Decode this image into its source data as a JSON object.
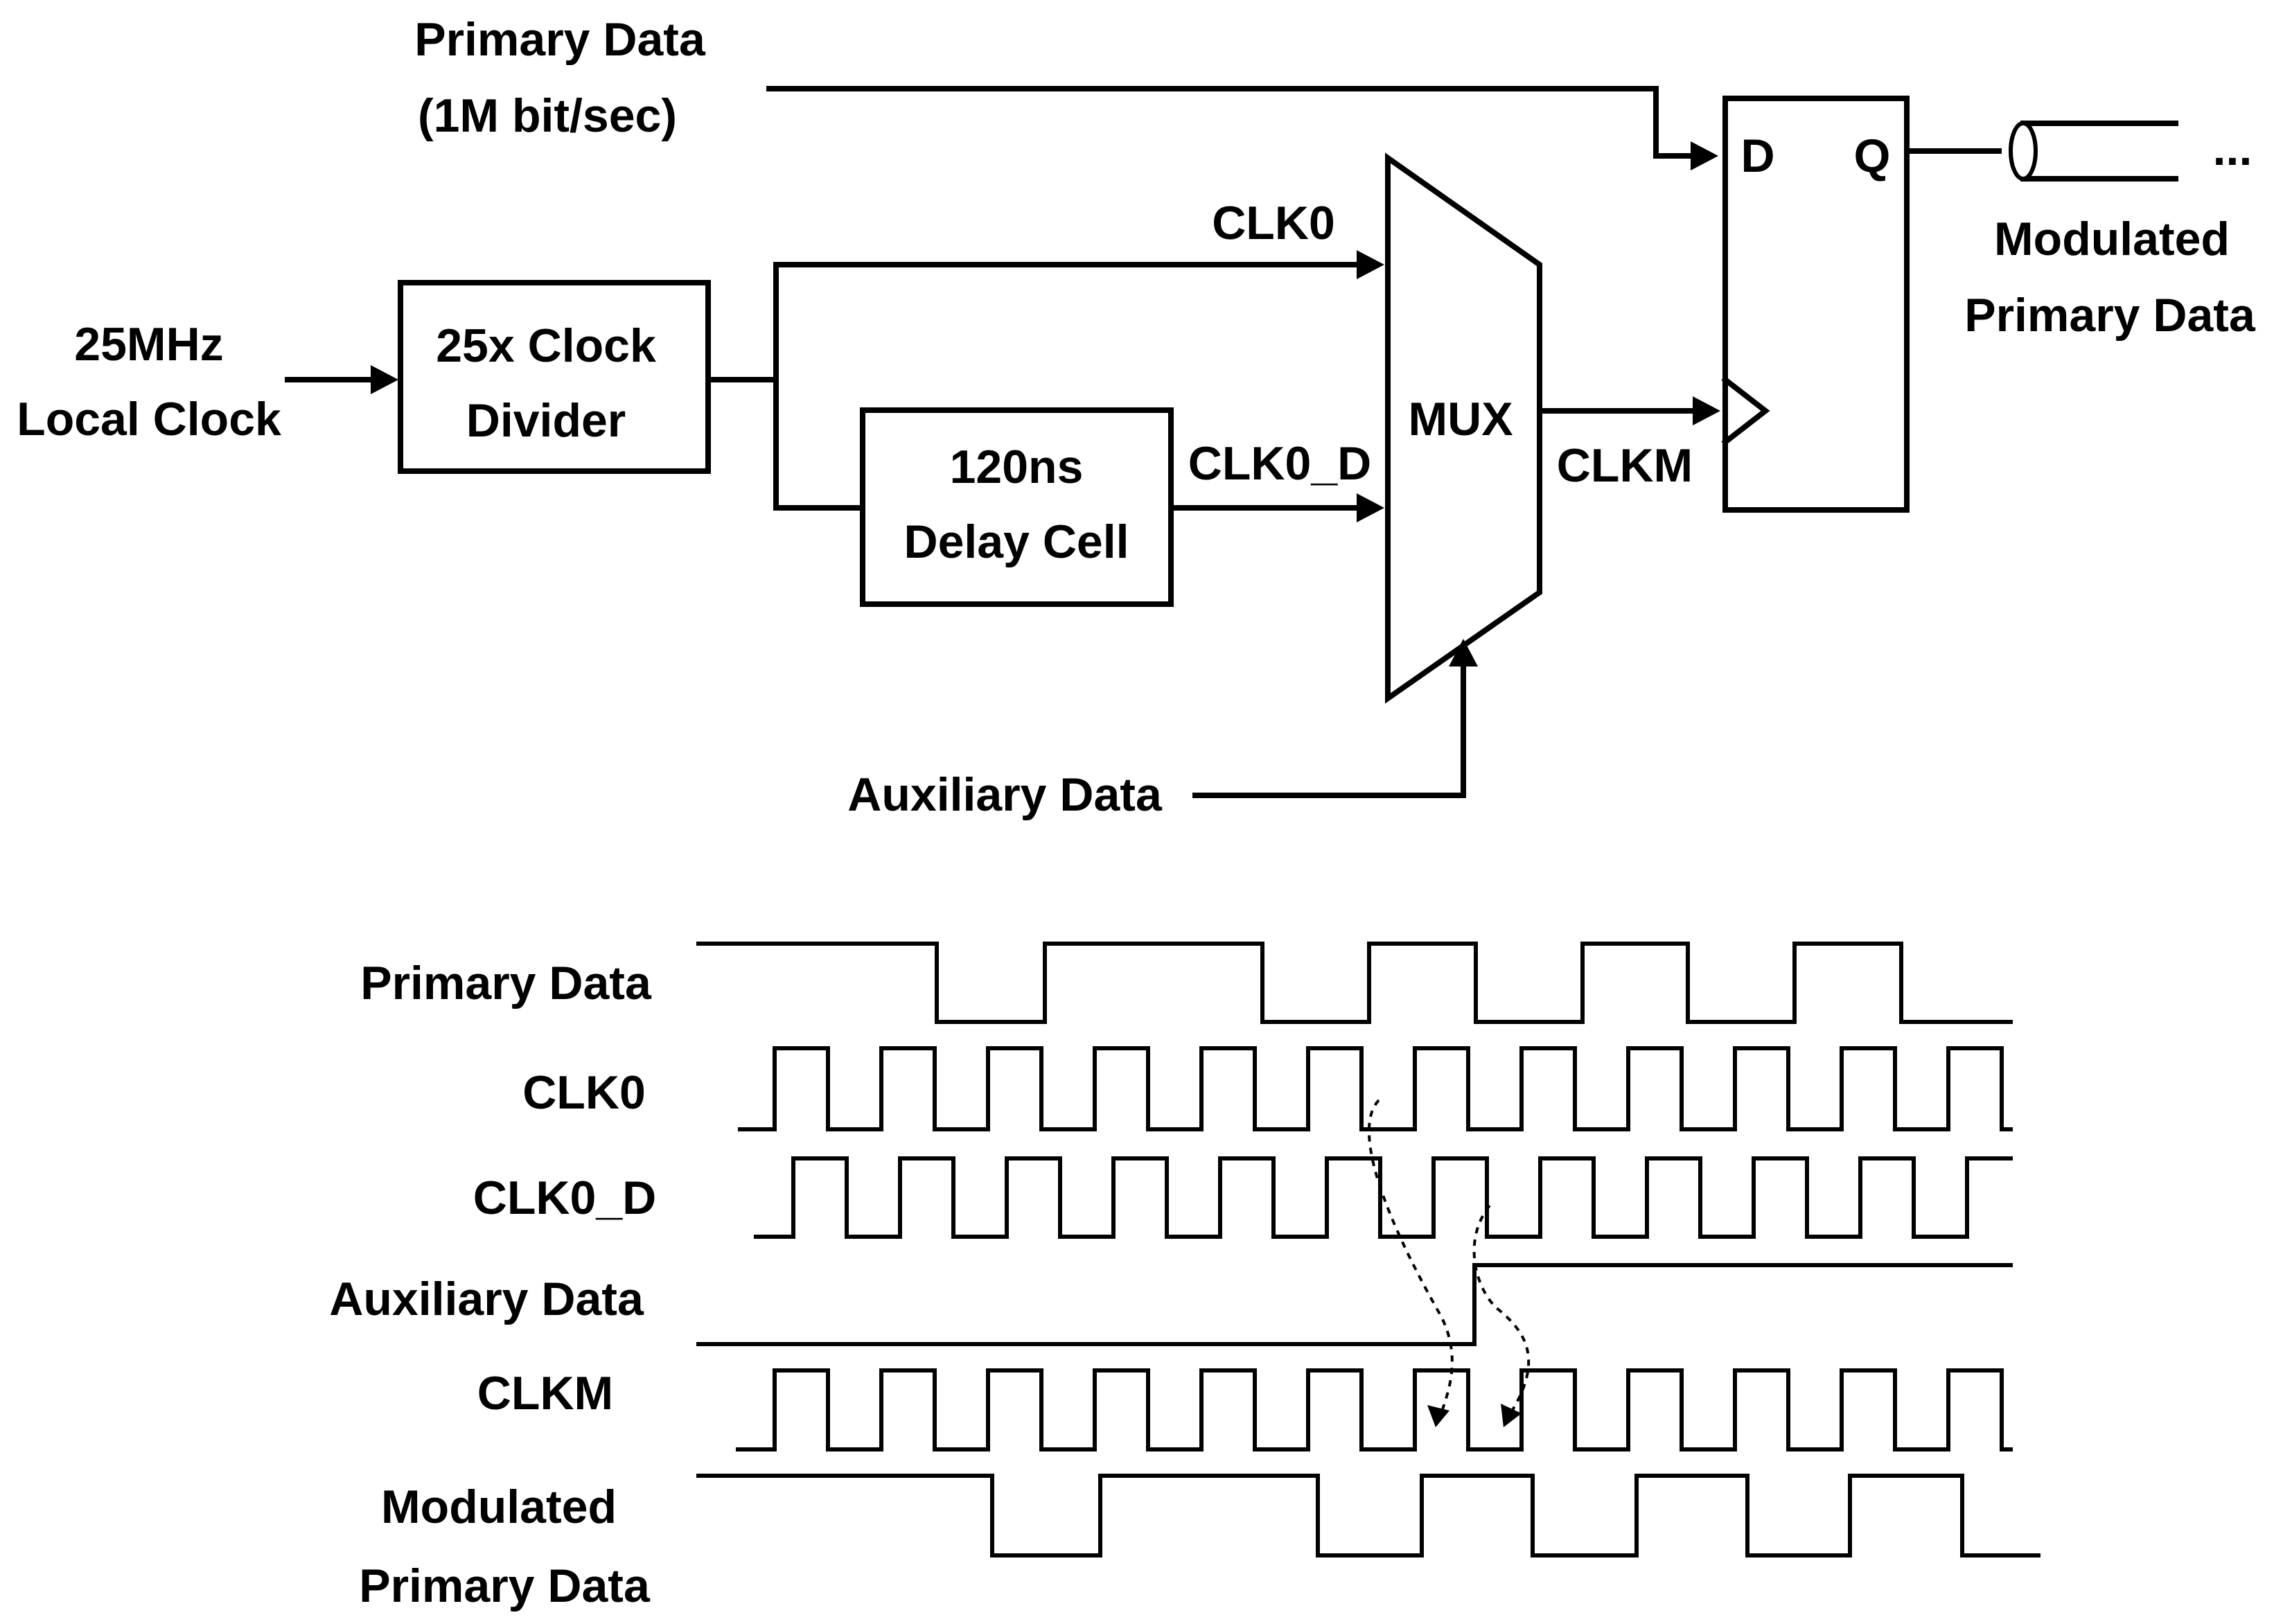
{
  "block_diagram": {
    "inputs": {
      "primary_data": [
        "Primary Data",
        "(1M bit/sec)"
      ],
      "local_clock": [
        "25MHz",
        "Local Clock"
      ],
      "auxiliary_data": "Auxiliary Data"
    },
    "blocks": {
      "divider": [
        "25x Clock",
        "Divider"
      ],
      "delay": [
        "120ns",
        "Delay Cell"
      ],
      "mux": "MUX",
      "ff_d": "D",
      "ff_q": "Q"
    },
    "signals": {
      "clk0": "CLK0",
      "clk0_d": "CLK0_D",
      "clkm": "CLKM"
    },
    "output": {
      "label": [
        "Modulated",
        "Primary Data"
      ],
      "ellipsis": "..."
    }
  },
  "timing": {
    "rows": [
      {
        "id": "primary",
        "label": [
          "Primary Data"
        ],
        "levels": [
          1,
          1,
          1,
          1,
          1,
          1,
          1,
          0,
          0,
          0,
          1,
          1,
          1,
          1,
          1,
          1,
          1,
          0,
          0,
          0,
          1,
          1,
          1,
          0,
          0,
          0,
          1,
          1,
          1,
          0,
          0,
          0,
          1,
          1,
          1,
          0,
          0,
          0
        ]
      },
      {
        "id": "clk0",
        "label": [
          "CLK0"
        ],
        "levels": [
          0,
          1,
          0,
          1,
          0,
          1,
          0,
          1,
          0,
          1,
          0,
          1,
          0,
          1,
          0,
          1,
          0,
          1,
          0,
          1,
          0,
          1,
          0,
          1,
          0,
          1,
          0,
          1,
          0,
          1,
          0,
          1,
          0,
          1,
          0,
          1,
          0,
          1
        ]
      },
      {
        "id": "clk0d",
        "label": [
          "CLK0_D"
        ],
        "levels": [
          0,
          1,
          0,
          1,
          0,
          1,
          0,
          1,
          0,
          1,
          0,
          1,
          0,
          1,
          0,
          1,
          0,
          1,
          0,
          1,
          0,
          1,
          0,
          1,
          0,
          1,
          0,
          1,
          0,
          1,
          0,
          1,
          0,
          1,
          0,
          1,
          0,
          1
        ]
      },
      {
        "id": "aux",
        "label": [
          "Auxiliary Data"
        ],
        "levels": [
          0,
          1
        ]
      },
      {
        "id": "clkm",
        "label": [
          "CLKM"
        ],
        "levels": [
          0,
          1,
          0,
          1,
          0,
          1,
          0,
          1,
          0,
          1,
          0,
          1,
          0,
          1,
          0,
          1,
          0,
          1,
          0,
          1,
          0,
          1,
          0,
          1,
          0,
          1,
          0,
          1,
          0,
          1,
          0,
          1,
          0,
          1,
          0,
          1,
          0,
          1
        ]
      },
      {
        "id": "modulated",
        "label": [
          "Modulated",
          "Primary Data"
        ],
        "levels": [
          1,
          1,
          1,
          1,
          1,
          1,
          0,
          0,
          0,
          1,
          1,
          1,
          1,
          1,
          1,
          0,
          0,
          0,
          1,
          1,
          1,
          0,
          0,
          0,
          1,
          1,
          1,
          0,
          0,
          0,
          1,
          1,
          1,
          0,
          0,
          0,
          1,
          1
        ]
      }
    ]
  }
}
